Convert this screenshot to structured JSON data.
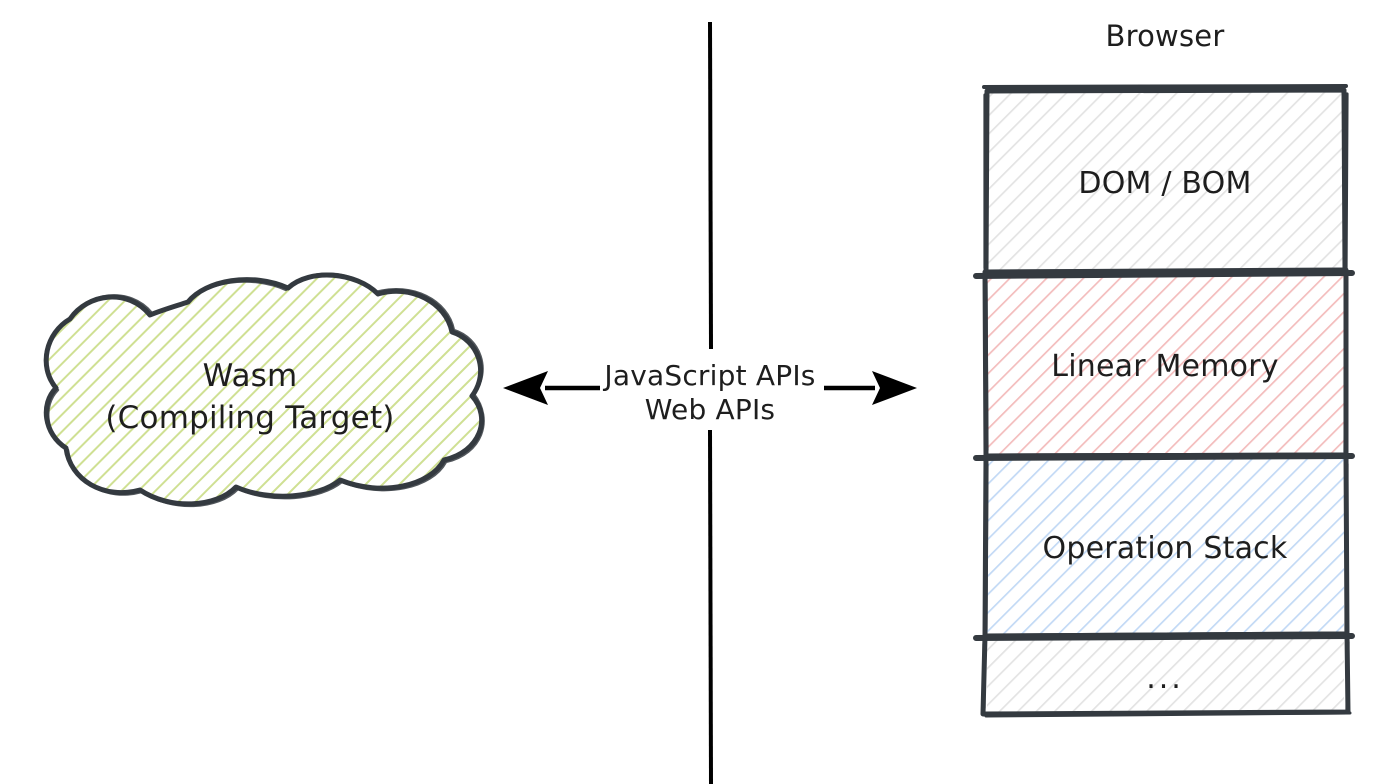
{
  "diagram": {
    "title_right": "Browser",
    "background_color": "#ffffff",
    "stroke_color": "#343a40",
    "text_color": "#1e1e1e",
    "left_node": {
      "shape": "cloud",
      "fill_color": "#d9e89a",
      "hatch_color": "#c9dc87",
      "line_1": "Wasm",
      "line_2": "(Compiling Target)"
    },
    "connector": {
      "style": "double-headed-arrow",
      "line_1": "JavaScript APIs",
      "line_2": "Web APIs",
      "arrow_left_icon": "arrow-left-icon",
      "arrow_right_icon": "arrow-right-icon",
      "divider_icon": "vertical-divider-line"
    },
    "right_stack": {
      "boxes": [
        {
          "label": "DOM / BOM",
          "fill_color": "#f1f3f5",
          "hatch_color": "#e6e6e6"
        },
        {
          "label": "Linear Memory",
          "fill_color": "#fff5f5",
          "hatch_color": "#f2b9b9"
        },
        {
          "label": "Operation Stack",
          "fill_color": "#f0f6ff",
          "hatch_color": "#bcd6f5"
        },
        {
          "label": "...",
          "fill_color": "#f8f9fa",
          "hatch_color": "#e6e6e6"
        }
      ]
    }
  }
}
